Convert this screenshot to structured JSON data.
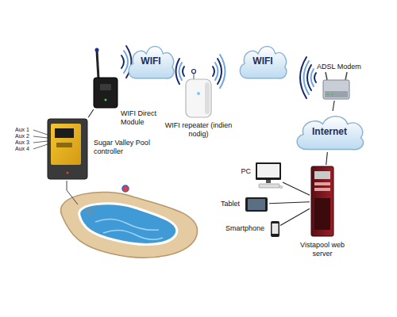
{
  "diagram": {
    "nodes": [
      {
        "text": [
          "WIFI Direct Module"
        ]
      },
      {
        "text": [
          "WIFI"
        ]
      },
      {
        "text": [
          "WIFI repeater (indien nodig)"
        ]
      },
      {
        "text": [
          "WIFI"
        ]
      },
      {
        "text": [
          "ADSL Modem"
        ]
      },
      {
        "text": [
          "Sugar Valley Pool controller"
        ]
      },
      {
        "text": [
          "Internet"
        ]
      },
      {
        "text": [
          "PC"
        ]
      },
      {
        "text": [
          "Tablet"
        ]
      },
      {
        "text": [
          "Smartphone"
        ]
      },
      {
        "text": [
          "Vistapool web server"
        ]
      }
    ],
    "edges": [
      {
        "from": 5,
        "to": 0,
        "arrow": "none"
      },
      {
        "from": 6,
        "to": 4,
        "arrow": "none"
      },
      {
        "from": 6,
        "to": 10,
        "arrow": "none"
      },
      {
        "from": 10,
        "to": 7,
        "arrow": "none"
      },
      {
        "from": 10,
        "to": 8,
        "arrow": "none"
      },
      {
        "from": 10,
        "to": 9,
        "arrow": "none"
      }
    ],
    "labels": [
      "Aux 1",
      "Aux 2",
      "Aux 3",
      "Aux 4"
    ]
  }
}
